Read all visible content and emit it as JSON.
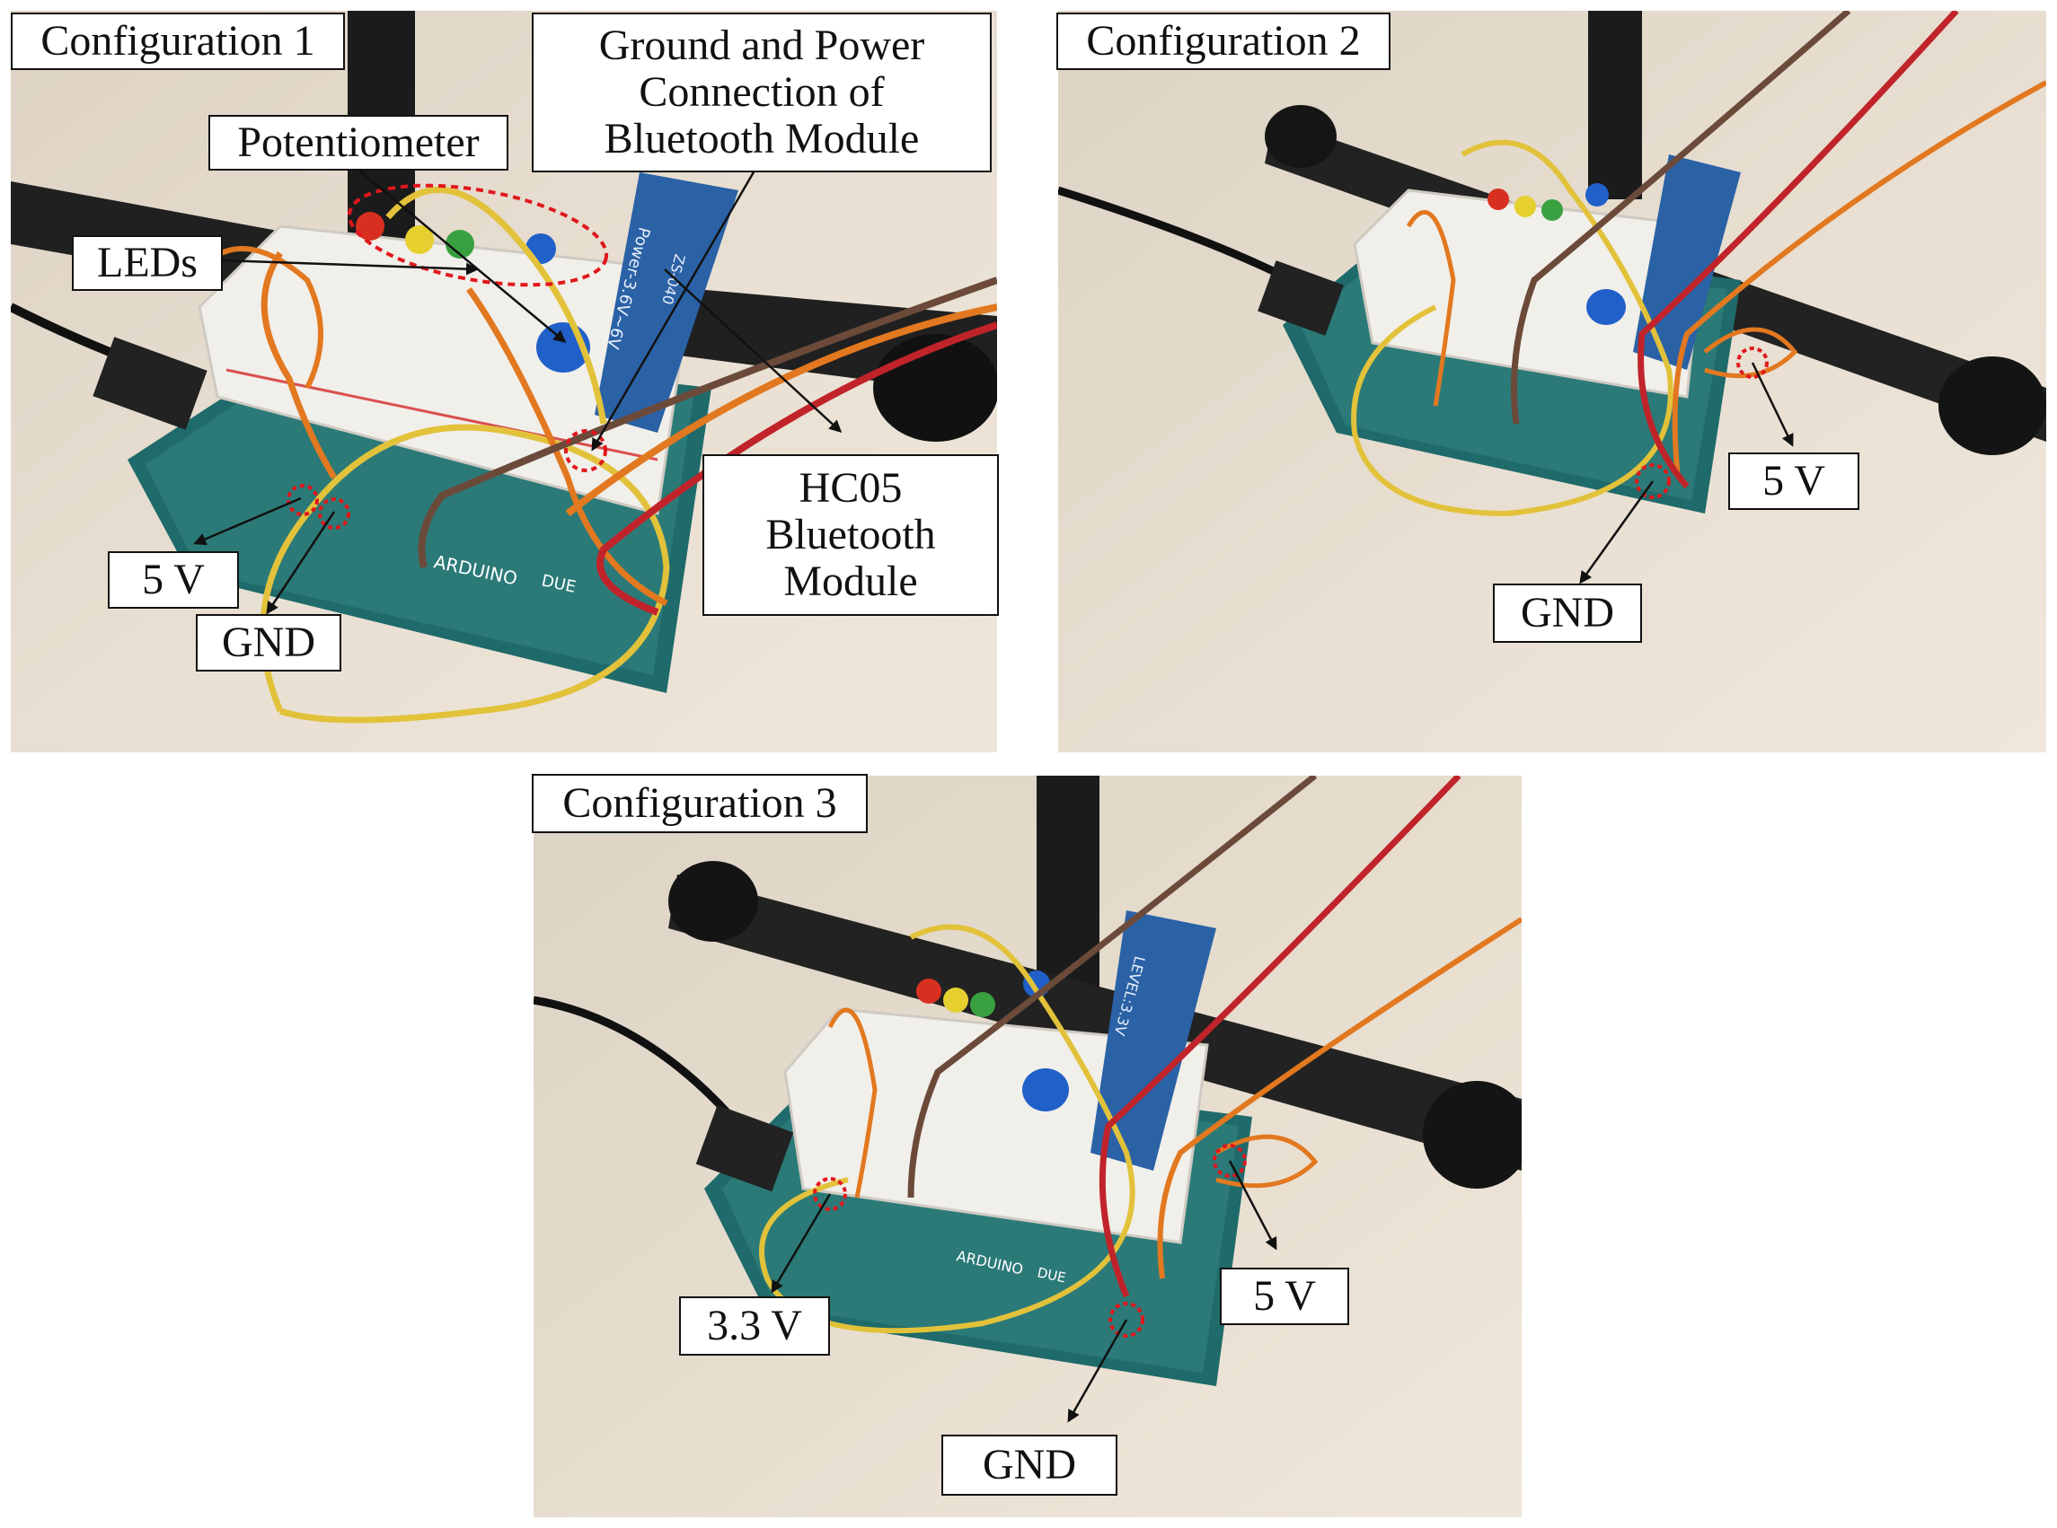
{
  "panels": [
    {
      "title": "Configuration 1",
      "callouts": {
        "potentiometer": "Potentiometer",
        "leds": "LEDs",
        "ground_power_line1": "Ground and Power",
        "ground_power_line2": "Connection of",
        "ground_power_line3": "Bluetooth Module",
        "hc05_line1": "HC05",
        "hc05_line2": "Bluetooth",
        "hc05_line3": "Module",
        "v5": "5 V",
        "gnd": "GND"
      }
    },
    {
      "title": "Configuration 2",
      "callouts": {
        "v5": "5 V",
        "gnd": "GND"
      }
    },
    {
      "title": "Configuration 3",
      "callouts": {
        "v33": "3.3 V",
        "v5": "5 V",
        "gnd": "GND"
      }
    }
  ],
  "board_text": {
    "arduino": "ARDUINO",
    "due": "DUE",
    "module_power": "Power-3.6V~6V",
    "module_level": "LEVEL:3.3V",
    "module_name": "ZS-040"
  },
  "colors": {
    "wood": "#e6dccd",
    "board": "#1f6a6a",
    "breadboard": "#f1efea",
    "bt_module": "#2b62a6",
    "wire_yellow": "#e2c23a",
    "wire_orange": "#e2781f",
    "wire_red": "#c0242a",
    "wire_brown": "#6b4a3a",
    "marker_red": "#e0171c",
    "stand_black": "#1b1b1b"
  }
}
